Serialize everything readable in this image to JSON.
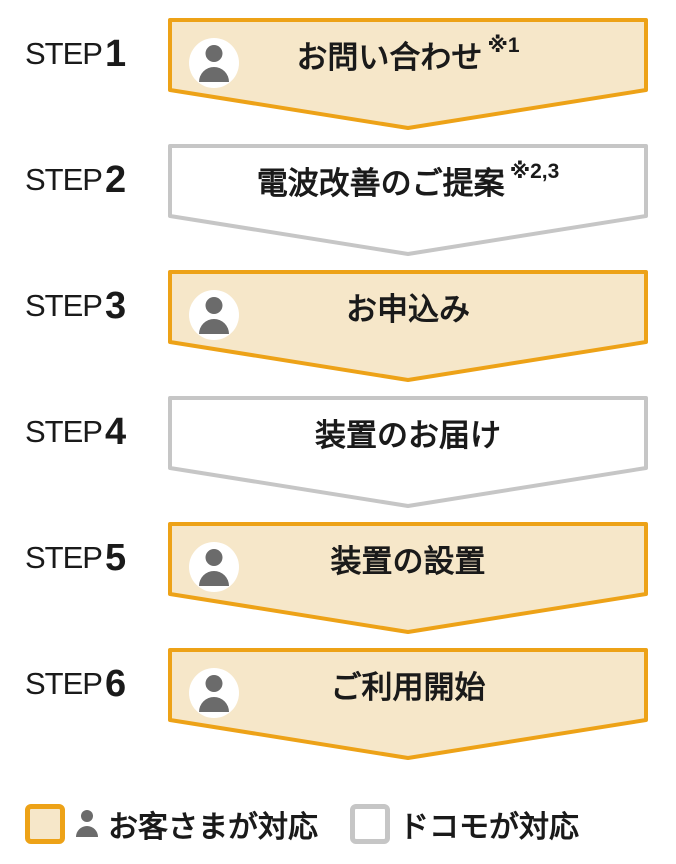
{
  "colors": {
    "customer_fill": "#F6E7C9",
    "customer_border": "#EDA217",
    "docomo_fill": "#FFFFFF",
    "docomo_border": "#C6C6C6",
    "person_icon_gray": "#6B6B6B",
    "text_color": "#1A1A1A"
  },
  "steps": [
    {
      "step_word": "STEP",
      "step_number": "1",
      "label": "お問い合わせ",
      "note": "※1",
      "actor": "customer",
      "has_person_icon": true
    },
    {
      "step_word": "STEP",
      "step_number": "2",
      "label": "電波改善のご提案",
      "note": "※2,3",
      "actor": "docomo",
      "has_person_icon": false
    },
    {
      "step_word": "STEP",
      "step_number": "3",
      "label": "お申込み",
      "note": "",
      "actor": "customer",
      "has_person_icon": true
    },
    {
      "step_word": "STEP",
      "step_number": "4",
      "label": "装置のお届け",
      "note": "",
      "actor": "docomo",
      "has_person_icon": false
    },
    {
      "step_word": "STEP",
      "step_number": "5",
      "label": "装置の設置",
      "note": "",
      "actor": "customer",
      "has_person_icon": true
    },
    {
      "step_word": "STEP",
      "step_number": "6",
      "label": "ご利用開始",
      "note": "",
      "actor": "customer",
      "has_person_icon": true
    }
  ],
  "legend": {
    "customer_label": "お客さまが対応",
    "docomo_label": "ドコモが対応"
  }
}
